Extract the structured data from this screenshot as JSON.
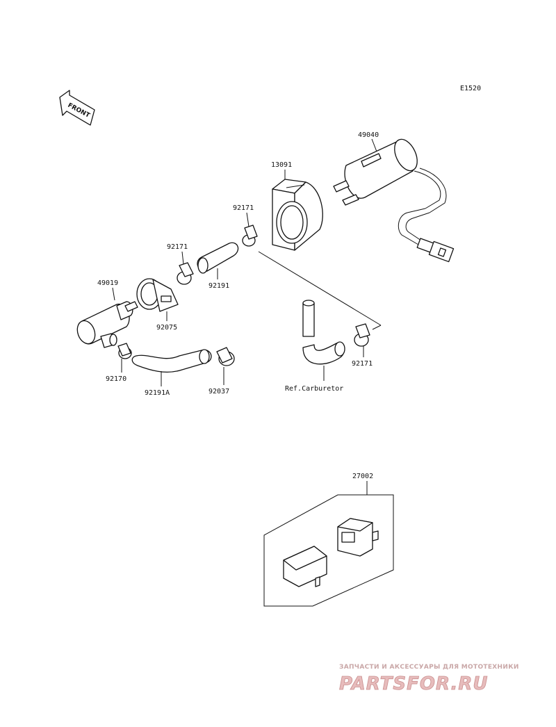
{
  "diagram": {
    "code": "E1520",
    "front_label": "FRONT",
    "parts": {
      "p49040": "49040",
      "p13091": "13091",
      "p92171_a": "92171",
      "p92171_b": "92171",
      "p92171_c": "92171",
      "p49019": "49019",
      "p92191": "92191",
      "p92075": "92075",
      "p92170": "92170",
      "p92191A": "92191A",
      "p92037": "92037",
      "p27002": "27002"
    },
    "reference": "Ref.Carburetor"
  },
  "watermark": {
    "tagline": "ЗАПЧАСТИ И АКСЕССУАРЫ ДЛЯ МОТОТЕХНИКИ",
    "brand": "PARTSFOR.RU"
  }
}
